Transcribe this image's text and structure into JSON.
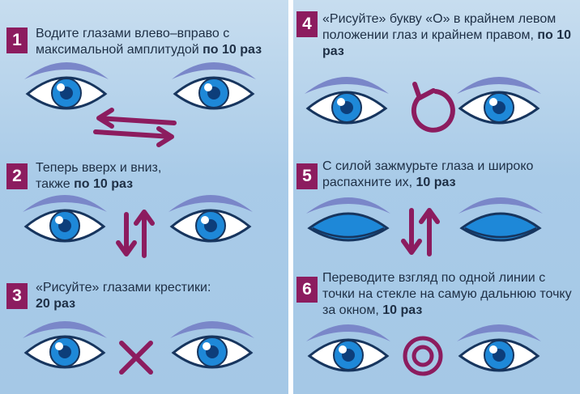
{
  "steps": [
    {
      "number": "1",
      "text": "Водите глазами влево–вправо с максимальной амплитудой ",
      "bold": "по 10 раз"
    },
    {
      "number": "2",
      "text": "Теперь вверх и вниз, также ",
      "bold": "по 10 раз"
    },
    {
      "number": "3",
      "text": "«Рисуйте» глазами крестики: ",
      "bold": "20 раз"
    },
    {
      "number": "4",
      "text": "«Рисуйте» букву «О» в крайнем левом положении глаз и крайнем правом, ",
      "bold": "по 10 раз"
    },
    {
      "number": "5",
      "text": "С силой зажмурьте глаза и широко распахните их, ",
      "bold": "10 раз"
    },
    {
      "number": "6",
      "text": "Переводите взгляд по одной линии с точки на стекле на самую дальнюю точку за окном, ",
      "bold": "10 раз"
    }
  ],
  "colors": {
    "accent": "#8c1c5f",
    "iris": "#1e88d8",
    "outline": "#17355e",
    "brow": "#7a87c9",
    "background": "#b7d4ec"
  },
  "icons": [
    "eye-icon",
    "arrow-left-right-icon",
    "arrow-up-down-icon",
    "cross-icon",
    "circular-arrow-icon",
    "closed-eye-icon",
    "concentric-circles-icon"
  ]
}
